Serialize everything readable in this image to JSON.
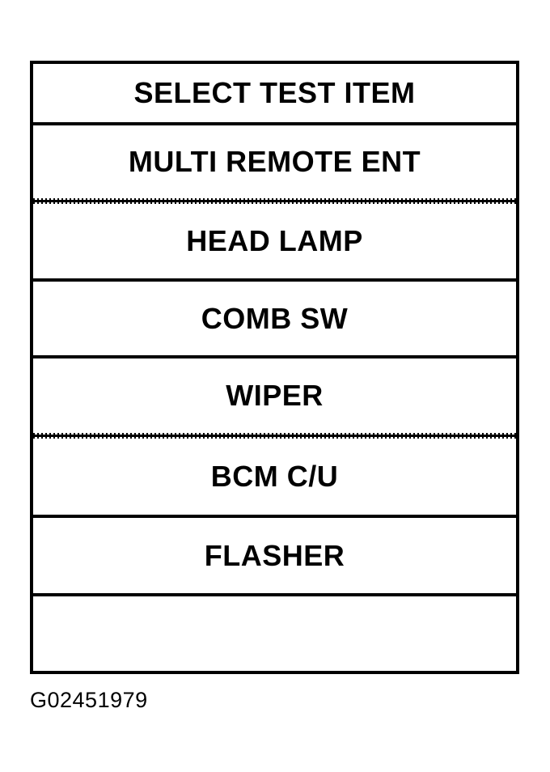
{
  "screen": {
    "title": "SELECT TEST ITEM",
    "items": [
      {
        "label": "MULTI REMOTE ENT",
        "separator_after": "dotted"
      },
      {
        "label": "HEAD LAMP",
        "separator_after": "solid"
      },
      {
        "label": "COMB SW",
        "separator_after": "solid"
      },
      {
        "label": "WIPER",
        "separator_after": "dotted"
      },
      {
        "label": "BCM C/U",
        "separator_after": "solid"
      },
      {
        "label": "FLASHER",
        "separator_after": "solid"
      }
    ],
    "empty_row": ""
  },
  "figure_id": "G02451979",
  "colors": {
    "foreground": "#000000",
    "background": "#ffffff"
  }
}
